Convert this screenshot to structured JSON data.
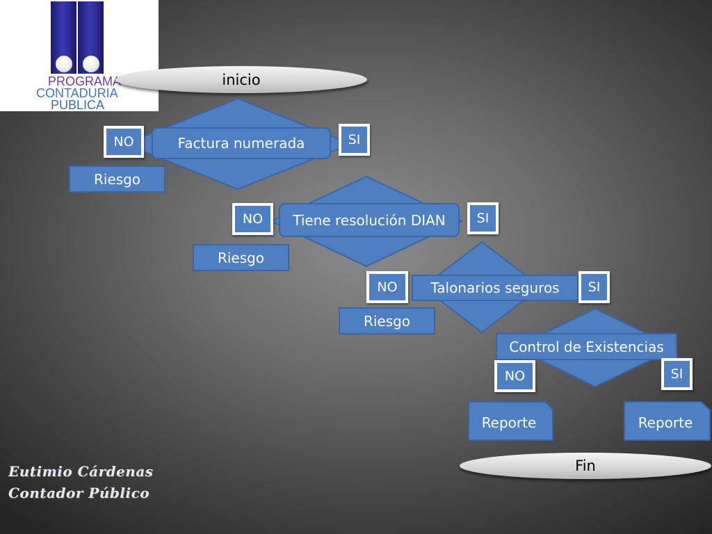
{
  "logo": {
    "line1": "PROGRAMA",
    "line2": "CONTADURIA",
    "line3": "PUBLICA"
  },
  "flow": {
    "start": "inicio",
    "end": "Fin",
    "decisions": [
      "Factura numerada",
      "Tiene resolución DIAN",
      "Talonarios seguros",
      "Control de Existencias"
    ],
    "no_label": "NO",
    "si_label": "SI",
    "risk_label": "Riesgo",
    "report_label": "Reporte"
  },
  "signature": {
    "name": "Eutimio Cárdenas",
    "title": "Contador Público"
  },
  "colors": {
    "box_fill": "#4f7fc3",
    "box_border": "#3a64a6",
    "text_on_box": "#ffffff"
  }
}
